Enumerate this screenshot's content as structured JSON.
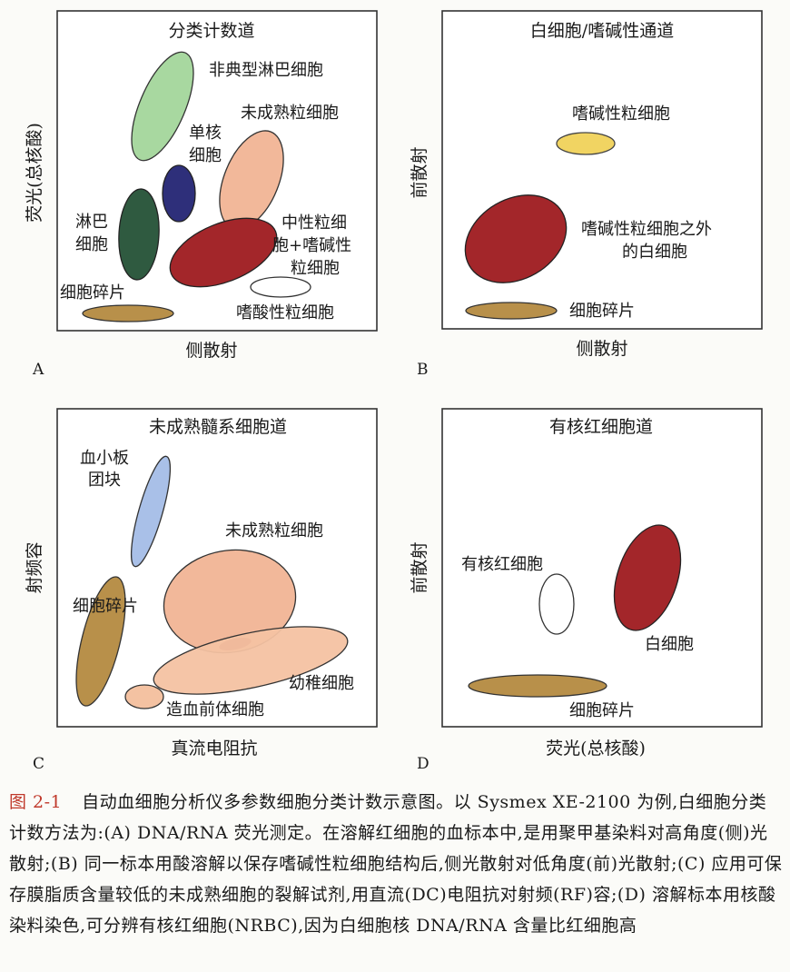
{
  "panels": {
    "A": {
      "letter": "A",
      "title": "分类计数道",
      "ylabel": "荧光(总核酸)",
      "xlabel": "侧散射",
      "labels": {
        "atypical_lymph": "非典型淋巴细胞",
        "mono_line1": "单核",
        "mono_line2": "细胞",
        "immature_gran": "未成熟粒细胞",
        "lymph_line1": "淋巴",
        "lymph_line2": "细胞",
        "neut_line1": "中性粒细",
        "neut_line2": "胞+嗜碱性",
        "neut_line3": "粒细胞",
        "debris": "细胞碎片",
        "eos": "嗜酸性粒细胞"
      },
      "colors": {
        "atypical_lymph": "#a8d8a0",
        "mono": "#2e2f7a",
        "immature_gran": "#f2b89a",
        "lymph": "#2f5a40",
        "neut": "#a3262a",
        "debris": "#b8904a",
        "eos": "#ffffff"
      }
    },
    "B": {
      "letter": "B",
      "title": "白细胞/嗜碱性通道",
      "ylabel": "前散射",
      "xlabel": "侧散射",
      "labels": {
        "baso": "嗜碱性粒细胞",
        "other_line1": "嗜碱性粒细胞之外",
        "other_line2": "的白细胞",
        "debris": "细胞碎片"
      },
      "colors": {
        "baso": "#f1d462",
        "other": "#a3262a",
        "debris": "#b8904a"
      }
    },
    "C": {
      "letter": "C",
      "title": "未成熟髓系细胞道",
      "ylabel": "射频容",
      "xlabel": "真流电阻抗",
      "labels": {
        "platelet_line1": "血小板",
        "platelet_line2": "团块",
        "immature_gran": "未成熟粒细胞",
        "debris": "细胞碎片",
        "juvenile": "幼稚细胞",
        "precursor": "造血前体细胞"
      },
      "colors": {
        "platelet": "#a9c0e8",
        "immature_gran": "#f2b89a",
        "overlap": "#a3262a",
        "debris": "#b8904a",
        "juvenile": "#f4c2a2",
        "precursor": "#f4c2a2"
      }
    },
    "D": {
      "letter": "D",
      "title": "有核红细胞道",
      "ylabel": "前散射",
      "xlabel": "荧光(总核酸)",
      "labels": {
        "nrbc": "有核红细胞",
        "wbc": "白细胞",
        "debris": "细胞碎片"
      },
      "colors": {
        "nrbc": "#ffffff",
        "wbc": "#a3262a",
        "debris": "#b8904a"
      }
    }
  },
  "caption": {
    "figure_no": "图 2-1",
    "text": "自动血细胞分析仪多参数细胞分类计数示意图。以 Sysmex XE-2100 为例,白细胞分类计数方法为:(A) DNA/RNA 荧光测定。在溶解红细胞的血标本中,是用聚甲基染料对高角度(侧)光散射;(B) 同一标本用酸溶解以保存嗜碱性粒细胞结构后,侧光散射对低角度(前)光散射;(C) 应用可保存膜脂质含量较低的未成熟细胞的裂解试剂,用直流(DC)电阻抗对射频(RF)容;(D) 溶解标本用核酸染料染色,可分辨有核红细胞(NRBC),因为白细胞核 DNA/RNA 含量比红细胞高"
  }
}
